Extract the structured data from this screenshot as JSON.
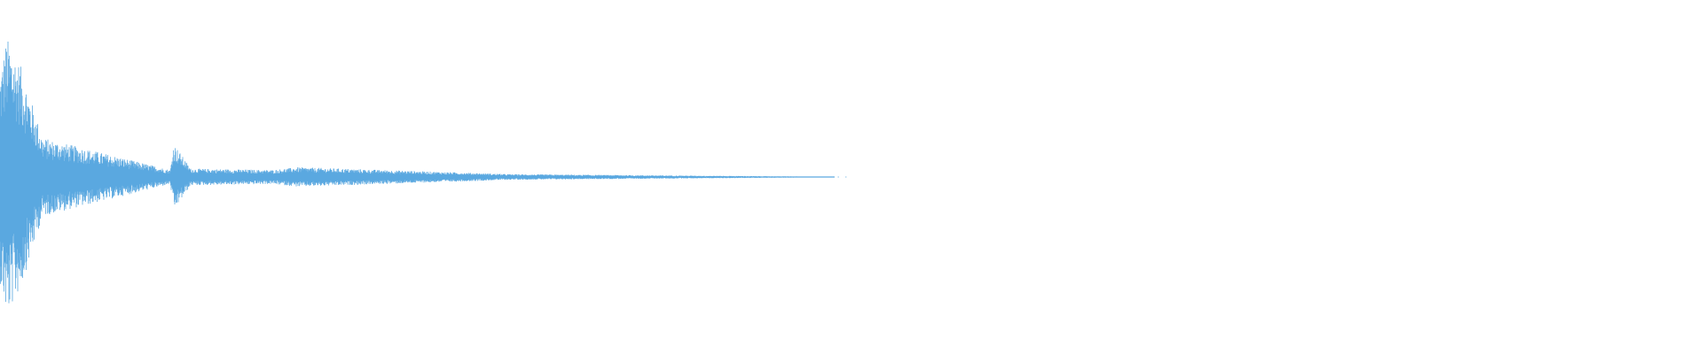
{
  "waveform": {
    "color": "#5aa8e0",
    "background": "#ffffff",
    "max_amplitude": 1.0,
    "duration_fraction_with_audio": 0.49,
    "envelope": {
      "description": "",
      "segments": [
        {
          "start": 0.0,
          "end": 0.004,
          "amp_start": 0.75,
          "amp_end": 1.0
        },
        {
          "start": 0.004,
          "end": 0.012,
          "amp_start": 1.0,
          "amp_end": 0.8
        },
        {
          "start": 0.012,
          "end": 0.025,
          "amp_start": 0.8,
          "amp_end": 0.28
        },
        {
          "start": 0.025,
          "end": 0.1,
          "amp_start": 0.28,
          "amp_end": 0.05
        },
        {
          "start": 0.1,
          "end": 0.102,
          "amp_start": 0.05,
          "amp_end": 0.24
        },
        {
          "start": 0.102,
          "end": 0.112,
          "amp_start": 0.24,
          "amp_end": 0.06
        },
        {
          "start": 0.112,
          "end": 0.16,
          "amp_start": 0.06,
          "amp_end": 0.05
        },
        {
          "start": 0.16,
          "end": 0.175,
          "amp_start": 0.05,
          "amp_end": 0.07
        },
        {
          "start": 0.175,
          "end": 0.3,
          "amp_start": 0.07,
          "amp_end": 0.02
        },
        {
          "start": 0.3,
          "end": 0.47,
          "amp_start": 0.02,
          "amp_end": 0.004
        },
        {
          "start": 0.47,
          "end": 0.49,
          "amp_start": 0.004,
          "amp_end": 0.0
        }
      ]
    }
  }
}
